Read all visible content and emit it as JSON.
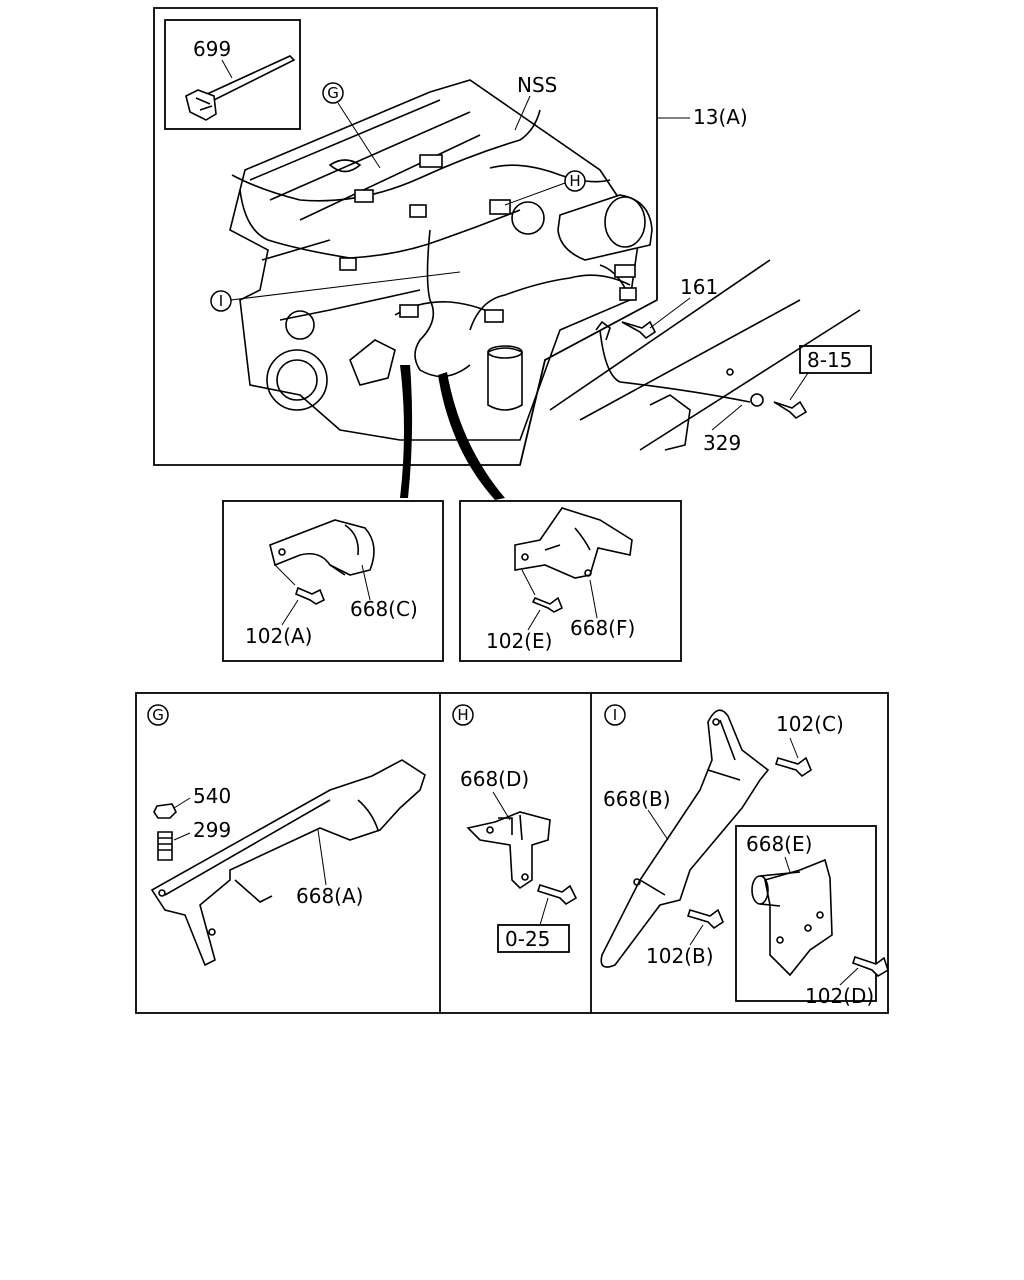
{
  "callouts": {
    "p699": "699",
    "nss": "NSS",
    "p13a": "13(A)",
    "p161": "161",
    "ref815": "8-15",
    "p329": "329",
    "p102a": "102(A)",
    "p668c": "668(C)",
    "p102e": "102(E)",
    "p668f": "668(F)",
    "p540": "540",
    "p299": "299",
    "p668a": "668(A)",
    "p668d": "668(D)",
    "ref025": "0-25",
    "p668b": "668(B)",
    "p102c": "102(C)",
    "p102b": "102(B)",
    "p668e": "668(E)",
    "p102d": "102(D)"
  },
  "view_markers": {
    "g": "G",
    "h": "H",
    "i": "I"
  }
}
